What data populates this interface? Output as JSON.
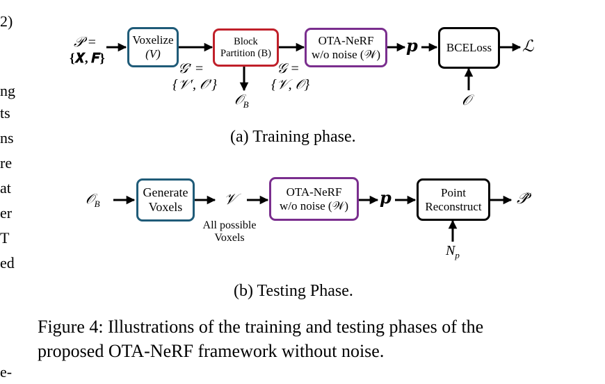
{
  "colors": {
    "voxelize": "#1f5b78",
    "partition": "#c0202a",
    "otanerf": "#7a2e8e",
    "loss": "#000000",
    "text": "#000000"
  },
  "left_margin_fragments": [
    "2)",
    "ng",
    "ts",
    "ns",
    "re",
    "at",
    "er",
    "T",
    "ed",
    "e-"
  ],
  "training": {
    "input_line1": "𝒫 =",
    "input_line2": "{𝑿, 𝑭}",
    "voxelize_line1": "Voxelize",
    "voxelize_line2": "(V)",
    "partition_line1": "Block",
    "partition_line2": "Partition (B)",
    "otanerf_line1": "OTA-NeRF",
    "otanerf_line2": "w/o noise (𝒲)",
    "p_label": "𝒑",
    "loss_label": "BCELoss",
    "output_label": "ℒ",
    "gprime_line1": "𝒢′ =",
    "gprime_line2": "{𝒱′, 𝒪′}",
    "g_line1": "𝒢 =",
    "g_line2": "{𝒱, 𝒪}",
    "ob_label": "𝒪",
    "ob_sub": "B",
    "o_label": "𝒪",
    "caption": "(a) Training phase."
  },
  "testing": {
    "input_label": "𝒪",
    "input_sub": "B",
    "generate_line1": "Generate",
    "generate_line2": "Voxels",
    "v_label": "𝒱",
    "v_note_line1": "All possible",
    "v_note_line2": "Voxels",
    "otanerf_line1": "OTA-NeRF",
    "otanerf_line2": "w/o noise (𝒲)",
    "p_label": "𝒑",
    "reconstruct_line1": "Point",
    "reconstruct_line2": "Reconstruct",
    "output_label": "𝒫̂",
    "np_label": "N",
    "np_sub": "p",
    "caption": "(b) Testing Phase."
  },
  "figure_caption_line1": "Figure 4: Illustrations of the training and testing phases of the",
  "figure_caption_line2": "proposed OTA-NeRF framework without noise."
}
